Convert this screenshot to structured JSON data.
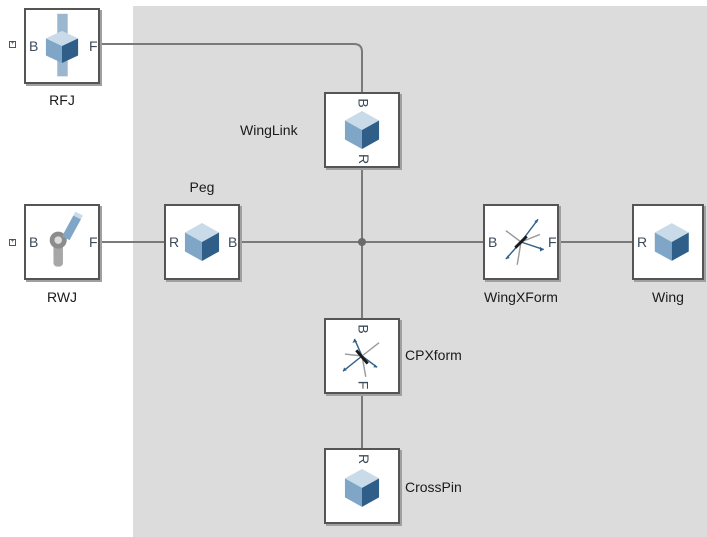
{
  "blocks": {
    "rfj": {
      "name": "RFJ",
      "port_left": "B",
      "port_right": "F"
    },
    "rwj": {
      "name": "RWJ",
      "port_left": "B",
      "port_right": "F"
    },
    "wing_link": {
      "name": "WingLink",
      "port_top": "B",
      "port_bottom": "R"
    },
    "peg": {
      "name": "Peg",
      "port_left": "R",
      "port_right": "B"
    },
    "wing_xform": {
      "name": "WingXForm",
      "port_left": "B",
      "port_right": "F"
    },
    "wing": {
      "name": "Wing",
      "port_left": "R"
    },
    "cp_xform": {
      "name": "CPXform",
      "port_top": "B",
      "port_bottom": "F"
    },
    "cross_pin": {
      "name": "CrossPin",
      "port_top": "R"
    }
  },
  "colors": {
    "canvas_shade": "#dcdcdc",
    "line": "#7a7a7a",
    "solid_top": "#c9dae8",
    "solid_left": "#7fa6c6",
    "solid_right": "#2f5f88",
    "port_text": "#3c4a5a"
  },
  "icons": {
    "rfj": "prismatic-joint-icon",
    "rwj": "revolute-joint-icon",
    "solids": "solid-cube-icon",
    "transforms": "rigid-transform-icon"
  }
}
